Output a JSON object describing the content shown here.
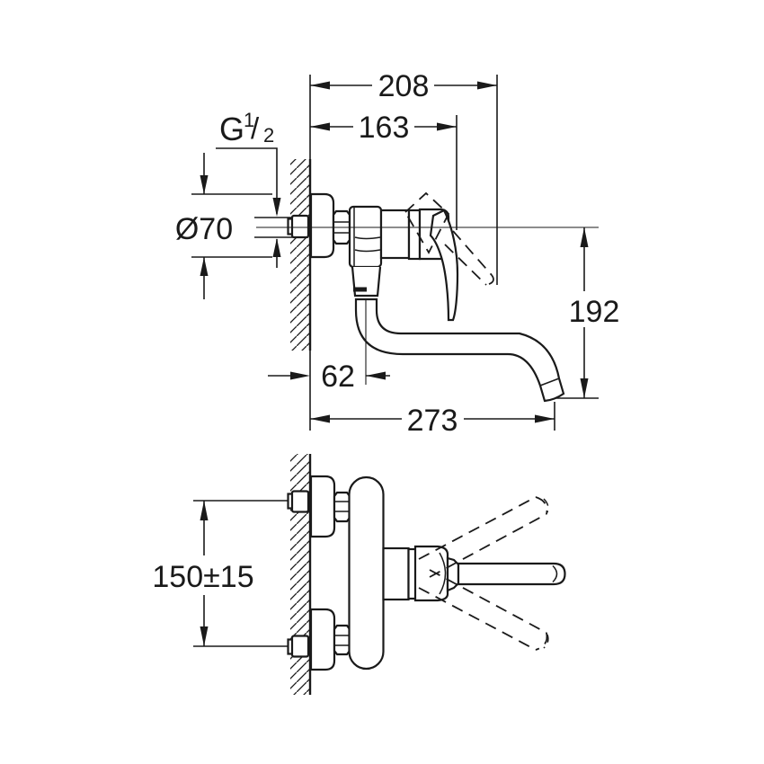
{
  "drawing": {
    "type": "technical-dimension-drawing",
    "subject": "wall-mounted single-lever sink mixer, side view and plan view",
    "background_color": "#ffffff",
    "ink_color": "#1a1a1a",
    "views": {
      "side_view": {
        "dimensions": {
          "overall_depth": "208",
          "depth_to_handle": "163",
          "thread_g": "G",
          "thread_numerator": "1",
          "thread_slash": "/",
          "thread_denominator": "2",
          "flange_diameter": "Ø70",
          "spout_axis_offset": "62",
          "spout_reach": "273",
          "spout_drop_height": "192"
        }
      },
      "plan_view": {
        "dimensions": {
          "connection_centers": "150±15"
        }
      }
    }
  }
}
